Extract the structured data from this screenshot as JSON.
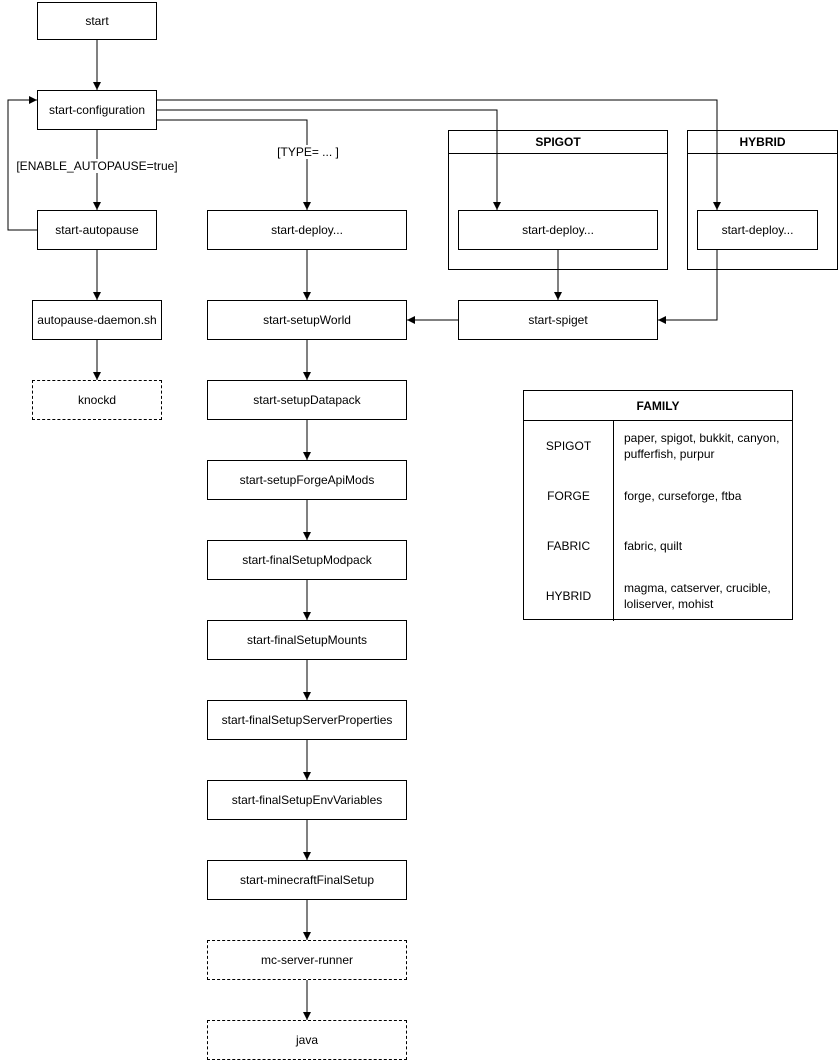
{
  "nodes": {
    "start": "start",
    "start_configuration": "start-configuration",
    "start_autopause": "start-autopause",
    "autopause_daemon": "autopause-daemon.sh",
    "knockd": "knockd",
    "deploy_main": "start-deploy...",
    "setup_world": "start-setupWorld",
    "setup_datapack": "start-setupDatapack",
    "setup_forge_api_mods": "start-setupForgeApiMods",
    "final_setup_modpack": "start-finalSetupModpack",
    "final_setup_mounts": "start-finalSetupMounts",
    "final_setup_server_properties": "start-finalSetupServerProperties",
    "final_setup_env_variables": "start-finalSetupEnvVariables",
    "minecraft_final_setup": "start-minecraftFinalSetup",
    "mc_server_runner": "mc-server-runner",
    "java": "java",
    "spigot_deploy": "start-deploy...",
    "hybrid_deploy": "start-deploy...",
    "start_spiget": "start-spiget"
  },
  "groups": {
    "spigot": "SPIGOT",
    "hybrid": "HYBRID"
  },
  "edge_labels": {
    "enable_autopause": "[ENABLE_AUTOPAUSE=true]",
    "type": "[TYPE= ... ]"
  },
  "family_table": {
    "title": "FAMILY",
    "rows": [
      {
        "family": "SPIGOT",
        "members": "paper, spigot, bukkit, canyon, pufferfish, purpur"
      },
      {
        "family": "FORGE",
        "members": "forge, curseforge, ftba"
      },
      {
        "family": "FABRIC",
        "members": "fabric, quilt"
      },
      {
        "family": "HYBRID",
        "members": "magma, catserver, crucible, loliserver, mohist"
      }
    ]
  },
  "colors": {
    "stroke": "#000000",
    "background": "#ffffff"
  }
}
